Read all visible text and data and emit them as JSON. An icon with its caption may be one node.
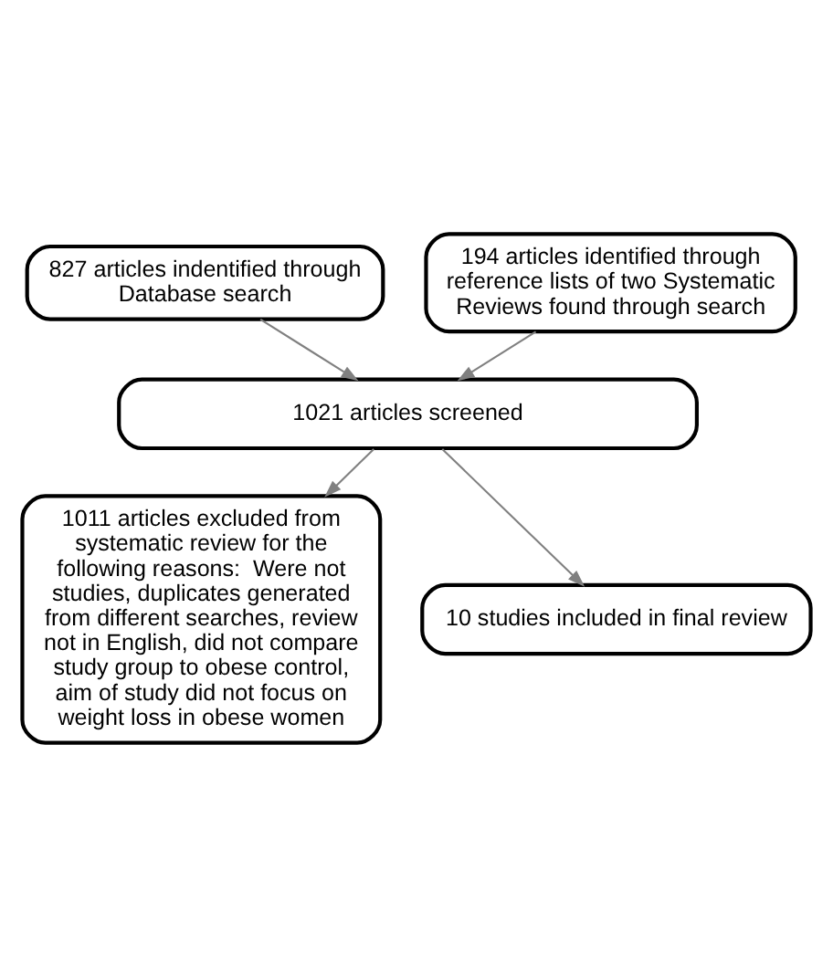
{
  "diagram": {
    "nodes": [
      {
        "text": [
          "827 articles indentified through Database search"
        ]
      },
      {
        "text": [
          "194 articles identified through reference lists of two Systematic Reviews found through search"
        ]
      },
      {
        "text": [
          "1021 articles screened"
        ]
      },
      {
        "text": [
          "1011 articles excluded from systematic review for the following reasons:  Were not studies, duplicates generated from different searches, review not in English, did not compare study group to obese control, aim of study did not focus on weight loss in obese women"
        ]
      },
      {
        "text": [
          "10 studies included in final review"
        ]
      }
    ],
    "edges": [
      {
        "from": 0,
        "to": 2,
        "arrow": "to"
      },
      {
        "from": 1,
        "to": 2,
        "arrow": "to"
      },
      {
        "from": 2,
        "to": 3,
        "arrow": "to"
      },
      {
        "from": 2,
        "to": 4,
        "arrow": "to"
      }
    ]
  }
}
